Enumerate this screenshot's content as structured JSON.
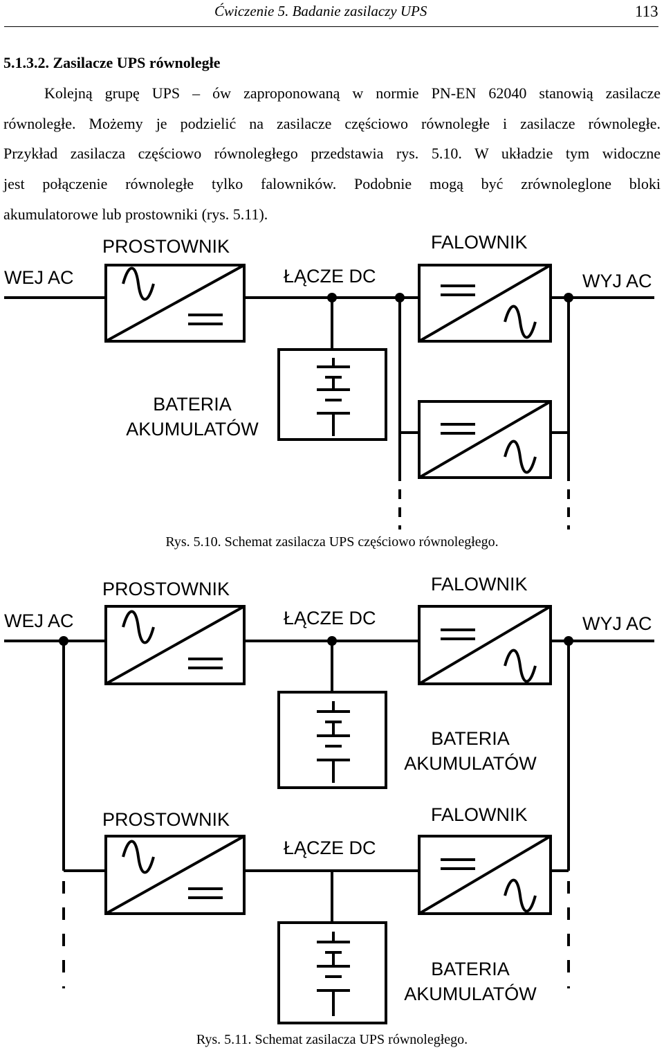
{
  "header": {
    "title": "Ćwiczenie 5. Badanie zasilaczy UPS",
    "page_number": "113"
  },
  "section": {
    "title": "5.1.3.2. Zasilacze UPS równoległe"
  },
  "paragraph": {
    "lines": [
      "Kolejną grupę UPS – ów zaproponowaną w normie PN-EN 62040 stanowią zasilacze",
      "równoległe. Możemy je podzielić na zasilacze częściowo równoległe i zasilacze równoległe.",
      "Przykład zasilacza częściowo równoległego przedstawia rys. 5.10. W układzie tym widoczne",
      "jest połączenie równoległe tylko falowników. Podobnie mogą być zrównoleglone bloki",
      "akumulatorowe lub prostowniki (rys. 5.11)."
    ]
  },
  "figure1": {
    "labels": {
      "input": "WEJ AC",
      "rectifier": "PROSTOWNIK",
      "dc_link": "ŁĄCZE DC",
      "inverter": "FALOWNIK",
      "output": "WYJ AC",
      "battery_line1": "BATERIA",
      "battery_line2": "AKUMULATÓW"
    },
    "caption": "Rys. 5.10. Schemat zasilacza UPS częściowo równoległego."
  },
  "figure2": {
    "labels": {
      "input": "WEJ AC",
      "rectifier": "PROSTOWNIK",
      "dc_link": "ŁĄCZE DC",
      "inverter": "FALOWNIK",
      "output": "WYJ AC",
      "battery_line1": "BATERIA",
      "battery_line2": "AKUMULATÓW"
    },
    "caption": "Rys. 5.11. Schemat zasilacza UPS równoległego."
  }
}
